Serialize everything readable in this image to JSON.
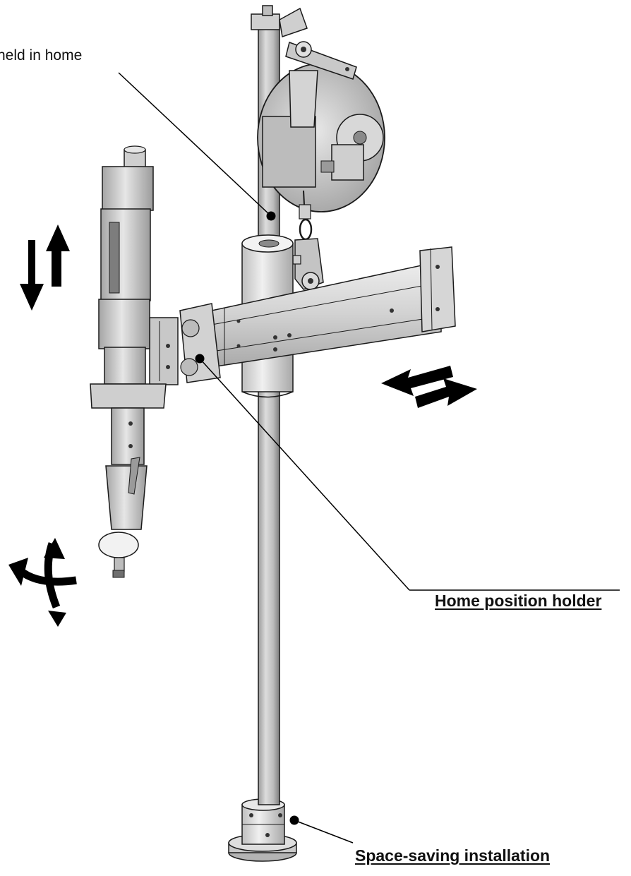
{
  "callouts": {
    "top_label": "held in home",
    "home_holder": "Home position holder",
    "install": "Space-saving installation"
  },
  "colors": {
    "background": "#ffffff",
    "metal_light": "#e4e4e4",
    "metal_mid": "#c8c8c8",
    "metal_dark": "#8e8e8e",
    "outline": "#1a1a1a",
    "arrow": "#000000",
    "leader": "#000000"
  },
  "icons": [
    "up-down-arrows-icon",
    "left-right-arrows-icon",
    "rotation-arrows-icon"
  ]
}
